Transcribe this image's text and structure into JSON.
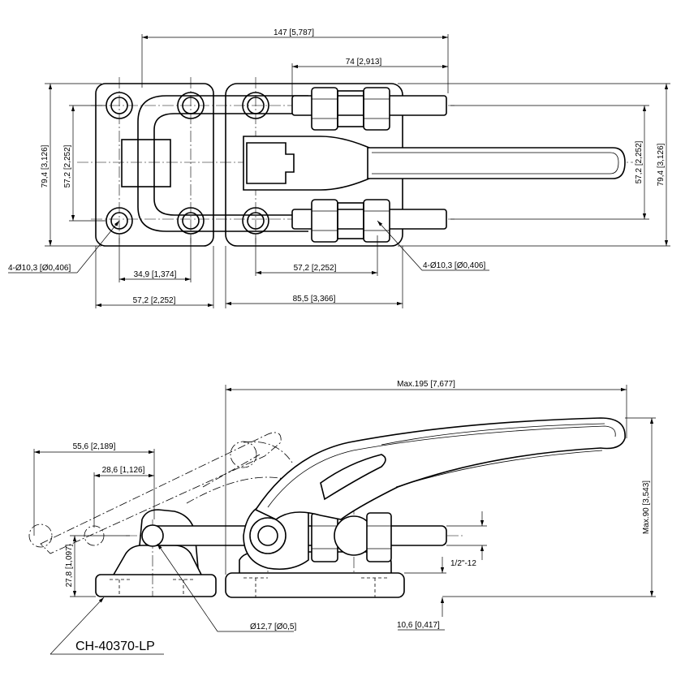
{
  "top_view": {
    "dim_overall_length": "147 [5,787]",
    "dim_handle_offset": "74 [2,913]",
    "dim_height_left": "79,4 [3,126]",
    "dim_inner_left": "57,2 [2,252]",
    "dim_inner_right": "57,2 [2,252]",
    "dim_height_right": "79,4 [3,126]",
    "hole_left": "4-Ø10,3 [Ø0,406]",
    "hole_right": "4-Ø10,3 [Ø0,406]",
    "dim_left_pitch": "34,9 [1,374]",
    "dim_left_width": "57,2 [2,252]",
    "dim_right_pitch": "57,2 [2,252]",
    "dim_right_width": "85,5 [3,366]"
  },
  "side_view": {
    "dim_max_length": "Max.195 [7,677]",
    "dim_stroke": "55,6 [2,189]",
    "dim_stroke_inner": "28,6 [1,126]",
    "dim_max_height": "Max.90 [3,543]",
    "dim_base_height": "27,8 [1,097]",
    "dim_thread": "1/2\"-12",
    "dim_plate": "10,6 [0,417]",
    "dim_pin": "Ø12,7 [Ø0,5]",
    "part_number": "CH-40370-LP"
  }
}
